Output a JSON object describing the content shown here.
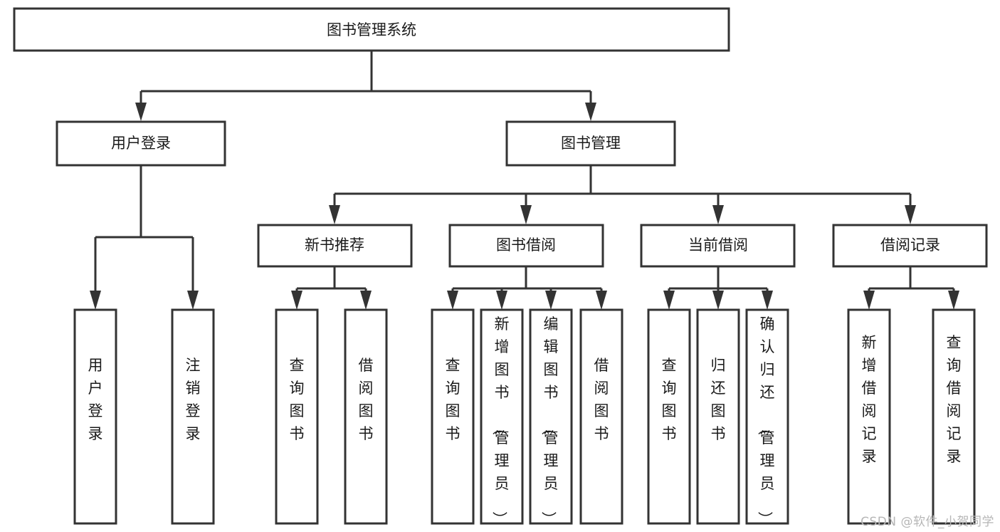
{
  "diagram": {
    "title": "图书管理系统",
    "type": "tree-hierarchy",
    "root": {
      "id": "root",
      "label": "图书管理系统"
    },
    "level2": [
      {
        "id": "user-login",
        "label": "用户登录"
      },
      {
        "id": "book-manage",
        "label": "图书管理"
      }
    ],
    "level3": [
      {
        "id": "new-book-recommend",
        "label": "新书推荐",
        "parent": "book-manage"
      },
      {
        "id": "book-borrow",
        "label": "图书借阅",
        "parent": "book-manage"
      },
      {
        "id": "current-borrow",
        "label": "当前借阅",
        "parent": "book-manage"
      },
      {
        "id": "borrow-record",
        "label": "借阅记录",
        "parent": "book-manage"
      }
    ],
    "leaves": [
      {
        "id": "leaf-user-login",
        "label": "用户登录",
        "parent": "user-login"
      },
      {
        "id": "leaf-logout",
        "label": "注销登录",
        "parent": "user-login"
      },
      {
        "id": "leaf-query-book-1",
        "label": "查询图书",
        "parent": "new-book-recommend"
      },
      {
        "id": "leaf-borrow-book-1",
        "label": "借阅图书",
        "parent": "new-book-recommend"
      },
      {
        "id": "leaf-query-book-2",
        "label": "查询图书",
        "parent": "book-borrow"
      },
      {
        "id": "leaf-add-book",
        "label": "新增图书（管理员）",
        "parent": "book-borrow"
      },
      {
        "id": "leaf-edit-book",
        "label": "编辑图书（管理员）",
        "parent": "book-borrow"
      },
      {
        "id": "leaf-borrow-book-2",
        "label": "借阅图书",
        "parent": "book-borrow"
      },
      {
        "id": "leaf-query-book-3",
        "label": "查询图书",
        "parent": "current-borrow"
      },
      {
        "id": "leaf-return-book",
        "label": "归还图书",
        "parent": "current-borrow"
      },
      {
        "id": "leaf-confirm-return",
        "label": "确认归还（管理员）",
        "parent": "current-borrow"
      },
      {
        "id": "leaf-add-record",
        "label": "新增借阅记录",
        "parent": "borrow-record"
      },
      {
        "id": "leaf-query-record",
        "label": "查询借阅记录",
        "parent": "borrow-record"
      }
    ],
    "colors": {
      "box_fill": "#ffffff",
      "box_stroke": "#333333",
      "text": "#1a1a1a",
      "background": "#ffffff",
      "watermark": "#b6b6b6"
    }
  },
  "watermark": {
    "text": "CSDN @软件_小贺同学"
  }
}
